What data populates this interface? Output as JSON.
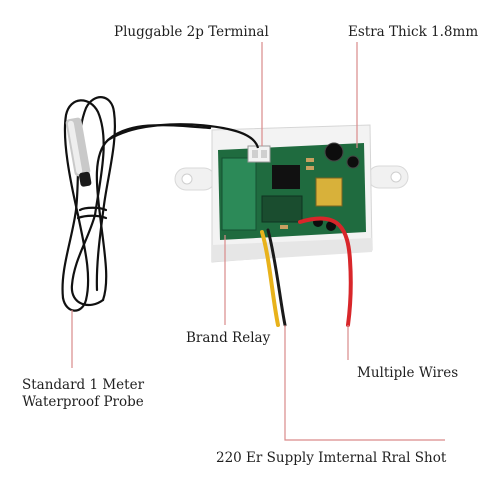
{
  "labels": {
    "terminal": "Pluggable 2p Terminal",
    "thickness": "Estra Thick 1.8mm",
    "relay": "Brand Relay",
    "wires": "Multiple Wires",
    "probe_line1": "Standard 1 Meter",
    "probe_line2": "Waterproof Probe",
    "supply": "220 Er Supply Imternal Rral Shot"
  },
  "colors": {
    "callout_line": "#d98a8a",
    "board_green": "#1f6b3f",
    "housing": "#f3f3f3",
    "wire_red": "#d8262a",
    "wire_yellow": "#e8b21b",
    "cable_black": "#111111"
  }
}
